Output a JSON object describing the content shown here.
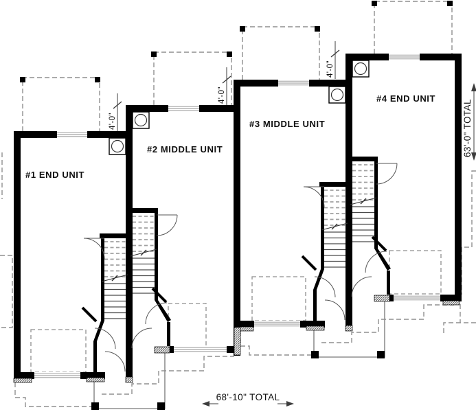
{
  "plan": {
    "units": [
      {
        "number": "#1",
        "type": "end",
        "label": "#1 END UNIT"
      },
      {
        "number": "#2",
        "type": "middle",
        "label": "#2 MIDDLE UNIT"
      },
      {
        "number": "#3",
        "type": "middle",
        "label": "#3 MIDDLE UNIT"
      },
      {
        "number": "#4",
        "type": "end",
        "label": "#4 END UNIT"
      }
    ],
    "dimensions": {
      "unit_offset_1": "4'-0\"",
      "unit_offset_2": "4'-0\"",
      "unit_offset_3": "4'-0\"",
      "total_depth": "63'-0\" TOTAL",
      "total_width": "68'-10\" TOTAL"
    },
    "symbols": [
      "wall",
      "window",
      "door-swing-arc",
      "stair-run",
      "stair-break-line",
      "column-circle-in-square",
      "deck-dashed-outline",
      "deck-post",
      "porch-slab",
      "porch-post",
      "roof-overhang-dashed",
      "door-sill-hatch"
    ],
    "colors": {
      "background": "#ffffff",
      "wall": "#000000",
      "thin_line": "#8f8f8f",
      "dashed_line": "#8f8f8f",
      "tread_solid": "#4a4a4a",
      "tread_dashed": "#a0a0a0",
      "dimension": "#3c3c3c",
      "text": "#111111"
    }
  }
}
